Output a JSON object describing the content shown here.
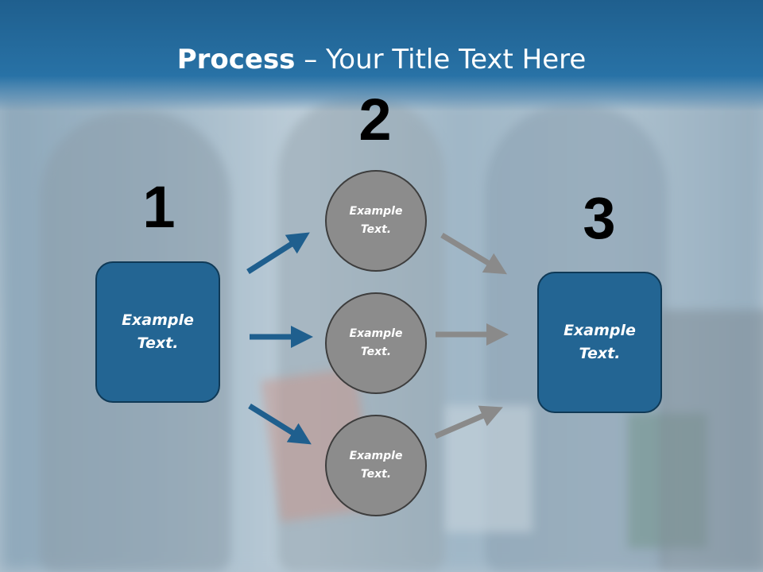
{
  "slide": {
    "title_bold": "Process",
    "title_rest": " – Your Title Text Here",
    "steps": [
      "1",
      "2",
      "3"
    ],
    "left_box": "Example\nText.",
    "right_box": "Example\nText.",
    "circles": [
      "Example\nText.",
      "Example\nText.",
      "Example\nText."
    ]
  },
  "colors": {
    "title_bar": "#236ea3",
    "box_fill": "#236593",
    "circle_fill": "#8c8c8c",
    "blue_arrow": "#1f5f8e",
    "gray_arrow": "#8a8a8a"
  }
}
